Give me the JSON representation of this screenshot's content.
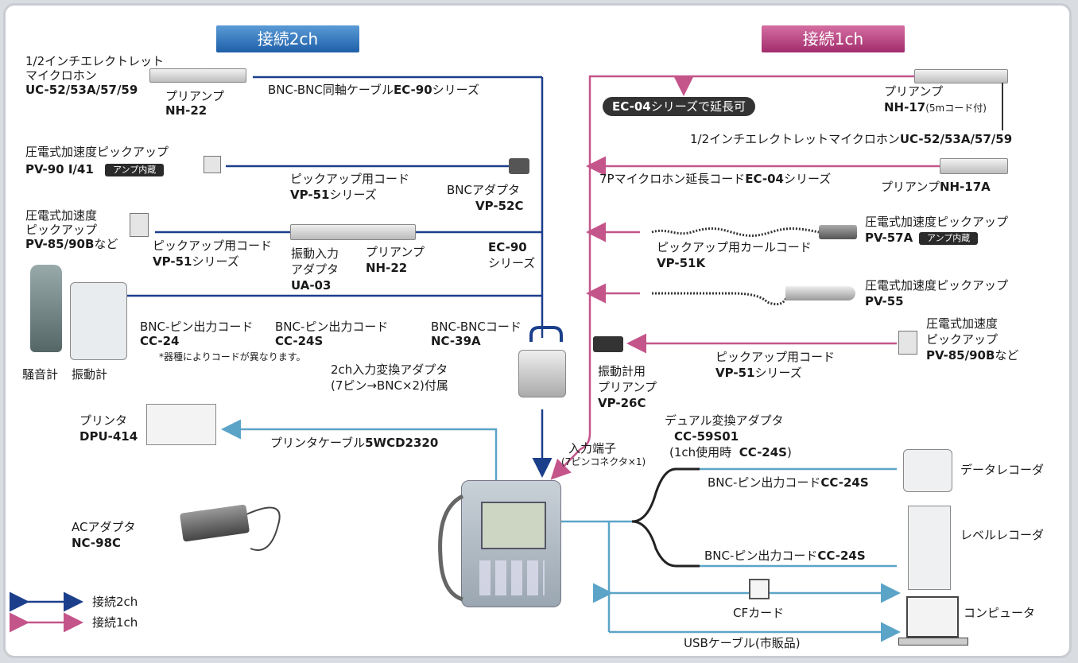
{
  "colors": {
    "ch2": "#1b3f8b",
    "ch1": "#c4558a",
    "other": "#5ba4c8"
  },
  "headers": {
    "ch2": "接続2ch",
    "ch1": "接続1ch"
  },
  "left": {
    "mic_line1": "1/2インチエレクトレット",
    "mic_line2": "マイクロホン",
    "mic_model": "UC-52/53A/57/59",
    "preamp_label": "プリアンプ",
    "preamp_model": "NH-22",
    "bnc_cable_pre": "BNC-BNC同軸ケーブル",
    "bnc_cable_model": "EC-90",
    "bnc_cable_post": "シリーズ",
    "piezo1_label": "圧電式加速度ピックアップ",
    "piezo1_model": "PV-90 I/41",
    "amp_tag": "アンプ内蔵",
    "pickup_cord1_label": "ピックアップ用コード",
    "pickup_cord1_model": "VP-51",
    "pickup_cord1_suffix": "シリーズ",
    "bnc_adapter_label": "BNCアダプタ",
    "bnc_adapter_model": "VP-52C",
    "piezo2_line1": "圧電式加速度",
    "piezo2_line2": "ピックアップ",
    "piezo2_model": "PV-85/90B",
    "piezo2_suffix": "など",
    "pickup_cord2_label": "ピックアップ用コード",
    "pickup_cord2_model": "VP-51",
    "pickup_cord2_suffix": "シリーズ",
    "vib_adapter_line1": "振動入力",
    "vib_adapter_line2": "アダプタ",
    "vib_adapter_model": "UA-03",
    "preamp2_label": "プリアンプ",
    "preamp2_model": "NH-22",
    "ec90_model": "EC-90",
    "ec90_suffix": "シリーズ",
    "bnc_pin1_label": "BNC-ピン出力コード",
    "bnc_pin1_model": "CC-24",
    "bnc_pin2_label": "BNC-ピン出力コード",
    "bnc_pin2_model": "CC-24S",
    "bnc_bnc_label": "BNC-BNCコード",
    "bnc_bnc_model": "NC-39A",
    "note": "*器種によりコードが異なります。",
    "sound_meter": "騒音計",
    "vib_meter": "振動計",
    "conv_line1": "2ch入力変換アダプタ",
    "conv_line2": "(7ピン→BNC×2)付属",
    "printer_label": "プリンタ",
    "printer_model": "DPU-414",
    "printer_cable_label": "プリンタケーブル",
    "printer_cable_model": "5WCD2320",
    "ac_label": "ACアダプタ",
    "ac_model": "NC-98C",
    "legend_ch2": "接続2ch",
    "legend_ch1": "接続1ch"
  },
  "right": {
    "ec04_pill_model": "EC-04",
    "ec04_pill_text": "シリーズで延長可",
    "preamp17_label": "プリアンプ",
    "preamp17_model": "NH-17",
    "preamp17_note": "(5mコード付)",
    "mic_label": "1/2インチエレクトレットマイクロホン",
    "mic_model": "UC-52/53A/57/59",
    "ext_cord_label": "7Pマイクロホン延長コード",
    "ext_cord_model": "EC-04",
    "ext_cord_suffix": "シリーズ",
    "preamp17a_label": "プリアンプ",
    "preamp17a_model": "NH-17A",
    "piezo57_label": "圧電式加速度ピックアップ",
    "piezo57_model": "PV-57A",
    "amp_tag": "アンプ内蔵",
    "curl_label": "ピックアップ用カールコード",
    "curl_model": "VP-51K",
    "piezo55_label": "圧電式加速度ピックアップ",
    "piezo55_model": "PV-55",
    "piezo85_line1": "圧電式加速度",
    "piezo85_line2": "ピックアップ",
    "piezo85_model": "PV-85/90B",
    "piezo85_suffix": "など",
    "cord_label": "ピックアップ用コード",
    "cord_model": "VP-51",
    "cord_suffix": "シリーズ",
    "vp26_line1": "振動計用",
    "vp26_line2": "プリアンプ",
    "vp26_model": "VP-26C",
    "input_label": "入力端子",
    "input_note": "(7ピンコネクタ×1)",
    "dual_label": "デュアル変換アダプタ",
    "dual_model": "CC-59S01",
    "dual_note": "(1ch使用時",
    "dual_note_model": "CC-24S",
    "dual_note_end": ")",
    "bnc_pin_a_label": "BNC-ピン出力コード",
    "bnc_pin_a_model": "CC-24S",
    "bnc_pin_b_label": "BNC-ピン出力コード",
    "bnc_pin_b_model": "CC-24S",
    "data_recorder": "データレコーダ",
    "level_recorder": "レベルレコーダ",
    "cf_label": "CFカード",
    "computer": "コンピュータ",
    "usb_label": "USBケーブル(市販品)"
  }
}
